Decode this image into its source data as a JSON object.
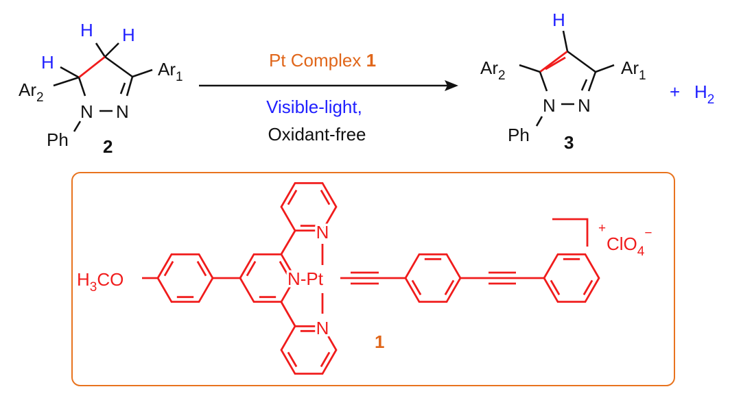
{
  "reaction": {
    "catalyst_label": "Pt Complex ",
    "catalyst_number": "1",
    "condition_1": "Visible-light,",
    "condition_2": "Oxidant-free"
  },
  "reactant": {
    "number": "2",
    "h_label": "H",
    "ar_label": "Ar",
    "ar1_sub": "1",
    "ar2_sub": "2",
    "n_label": "N",
    "ph_label": "Ph"
  },
  "product": {
    "number": "3",
    "h_label": "H",
    "ar_label": "Ar",
    "ar1_sub": "1",
    "ar2_sub": "2",
    "n_label": "N",
    "ph_label": "Ph",
    "plus": "+",
    "byproduct": "H",
    "byproduct_sub": "2"
  },
  "complex": {
    "number": "1",
    "methoxy_h": "H",
    "methoxy_sub": "3",
    "methoxy_rest": "CO",
    "center_label": "N-Pt",
    "n_label": "N",
    "charge": "+",
    "counterion": "ClO",
    "counterion_sub": "4",
    "counterion_charge": "−"
  },
  "colors": {
    "highlight": "#f01c1c",
    "blue_text": "#1f1fff",
    "box": "#e8731e",
    "catalyst_text": "#e0661a"
  }
}
